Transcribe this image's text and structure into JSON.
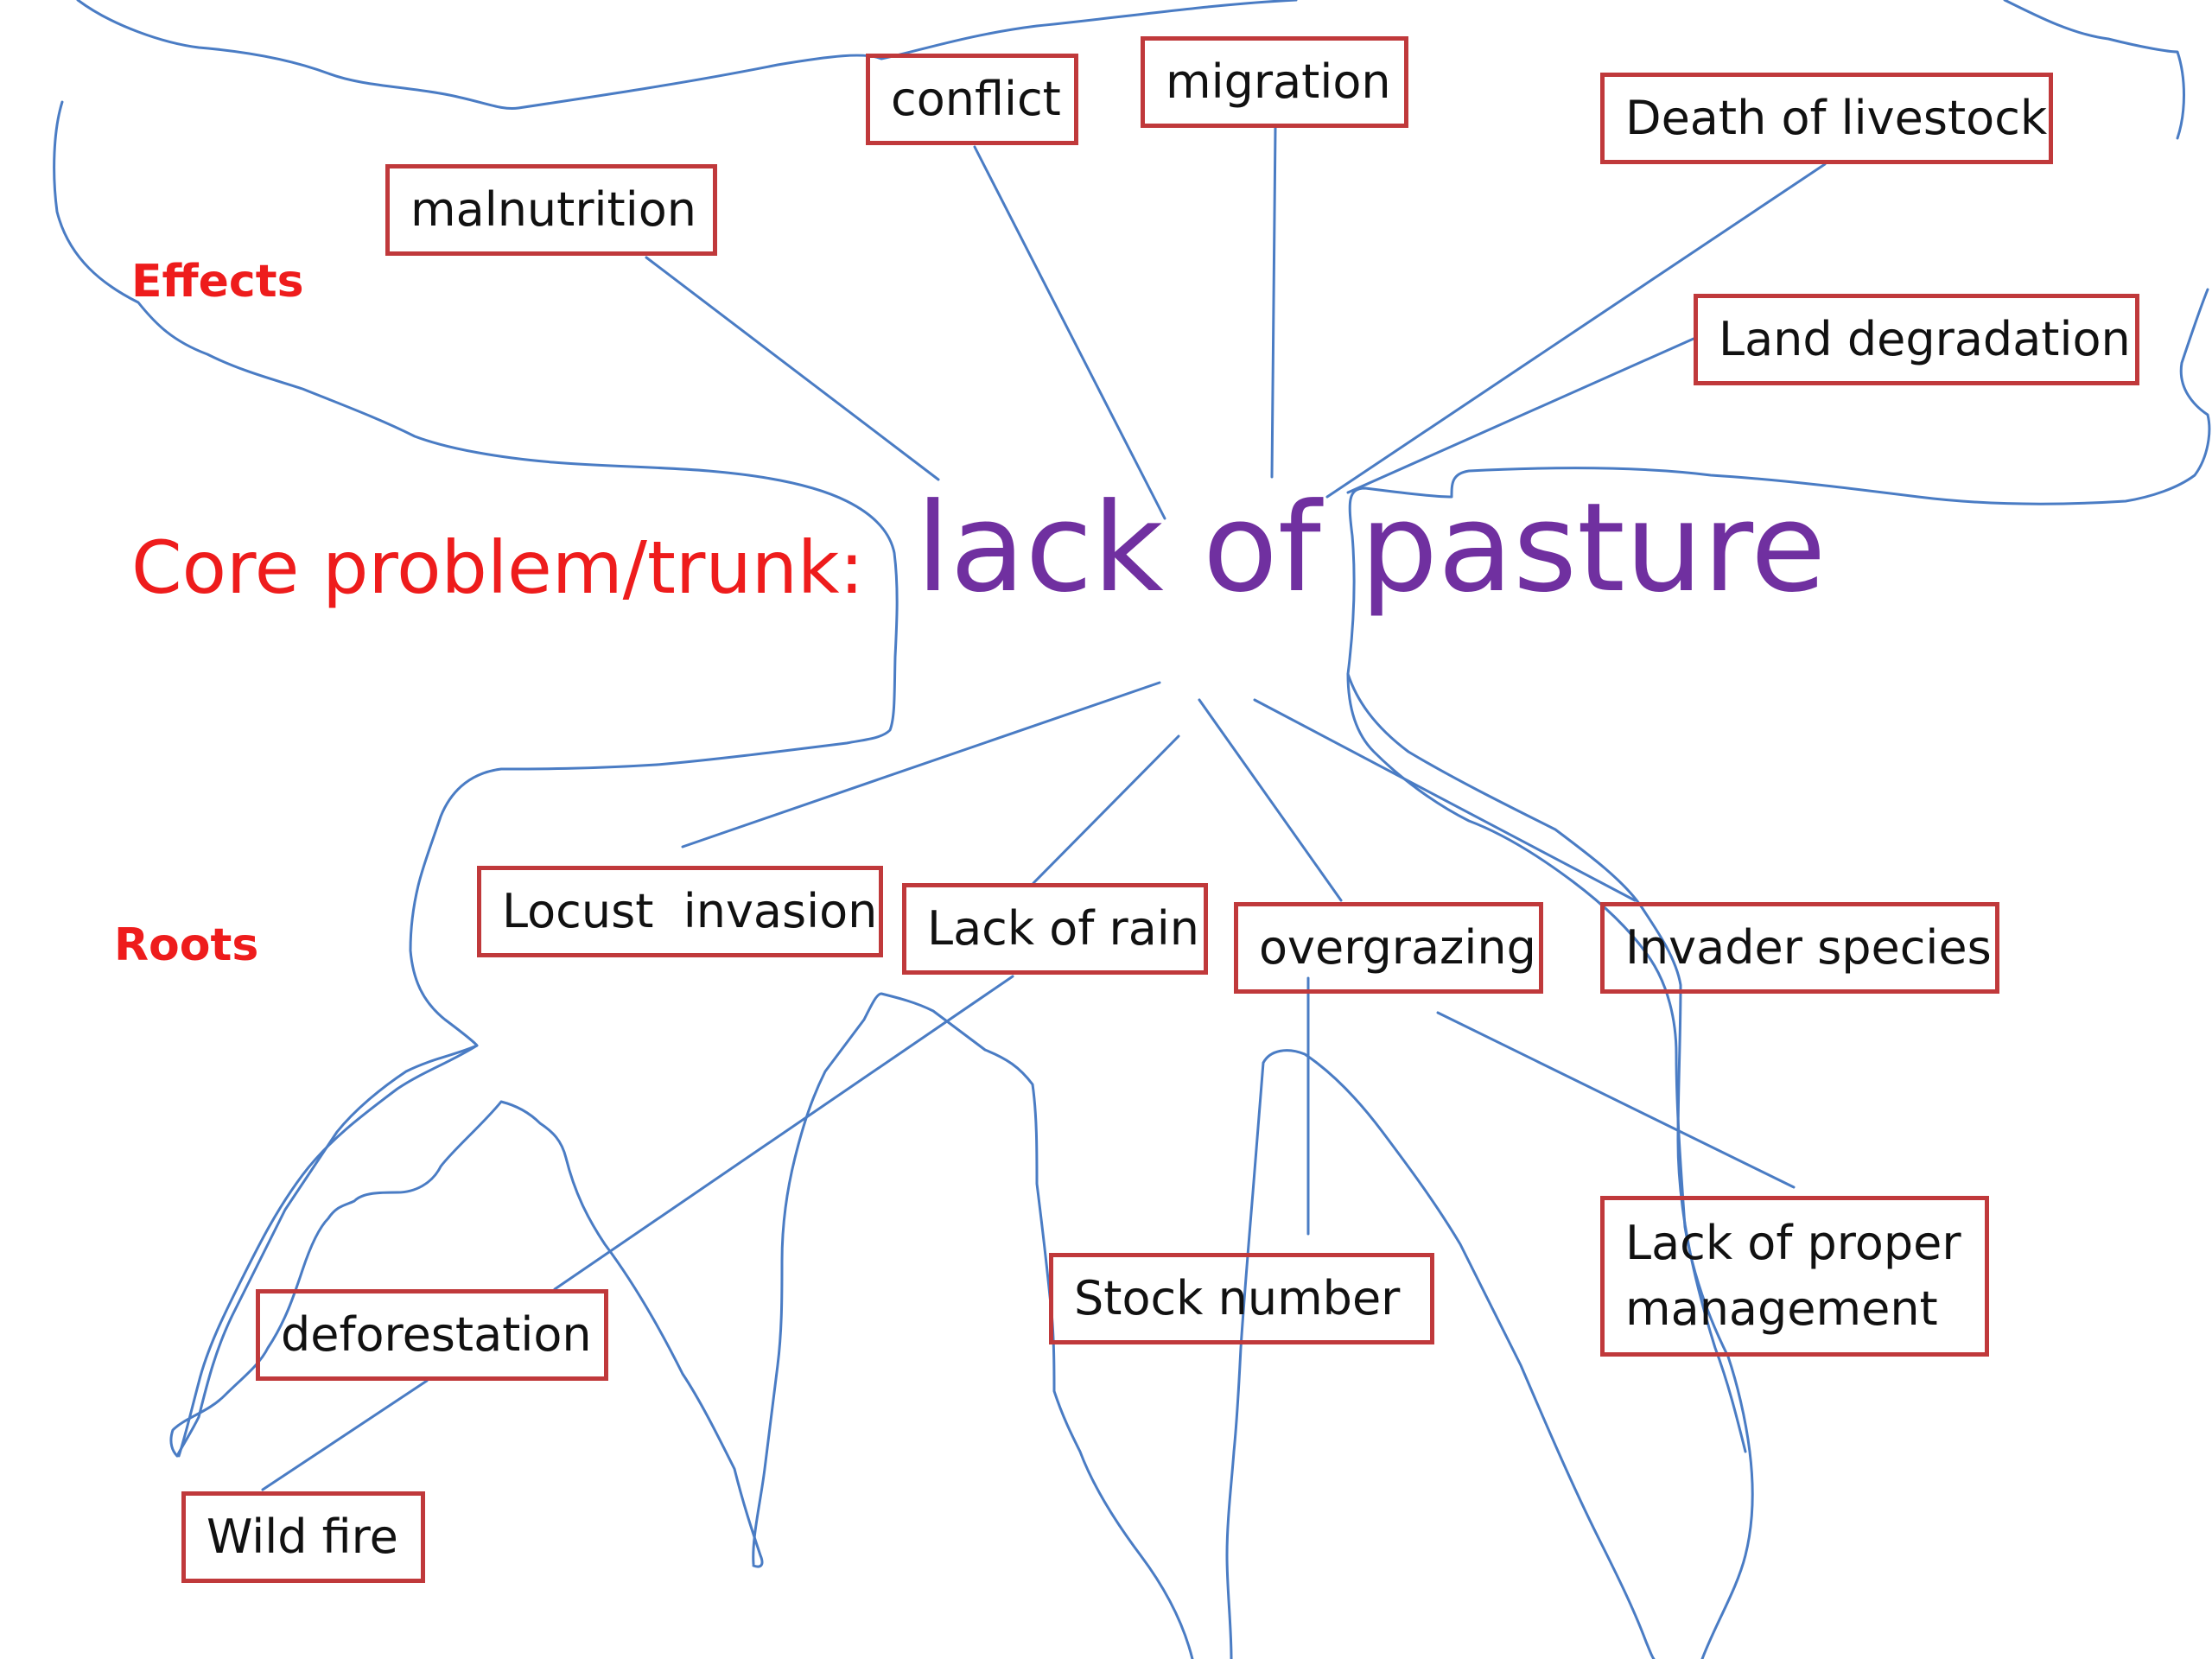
{
  "labels": {
    "effects": "Effects",
    "roots": "Roots",
    "core_label": "Core problem/trunk:",
    "core_problem": "lack of pasture"
  },
  "effects": [
    {
      "id": "malnutrition",
      "text": "malnutrition"
    },
    {
      "id": "conflict",
      "text": "conflict"
    },
    {
      "id": "migration",
      "text": "migration"
    },
    {
      "id": "death-of-livestock",
      "text": "Death of livestock"
    },
    {
      "id": "land-degradation",
      "text": "Land degradation"
    }
  ],
  "roots": [
    {
      "id": "locust-invasion",
      "text": "Locust  invasion"
    },
    {
      "id": "lack-of-rain",
      "text": "Lack of rain"
    },
    {
      "id": "overgrazing",
      "text": "overgrazing"
    },
    {
      "id": "invader-species",
      "text": "Invader species"
    },
    {
      "id": "deforestation",
      "text": "deforestation"
    },
    {
      "id": "stock-number",
      "text": "Stock number"
    },
    {
      "id": "lack-of-proper-management",
      "text": "Lack of proper\nmanagement"
    },
    {
      "id": "wild-fire",
      "text": "Wild fire"
    }
  ],
  "colors": {
    "sketch_line": "#4a7cc4",
    "box_border": "#c0393b",
    "section_label": "#ee1c1c",
    "core_problem": "#7030a0"
  }
}
